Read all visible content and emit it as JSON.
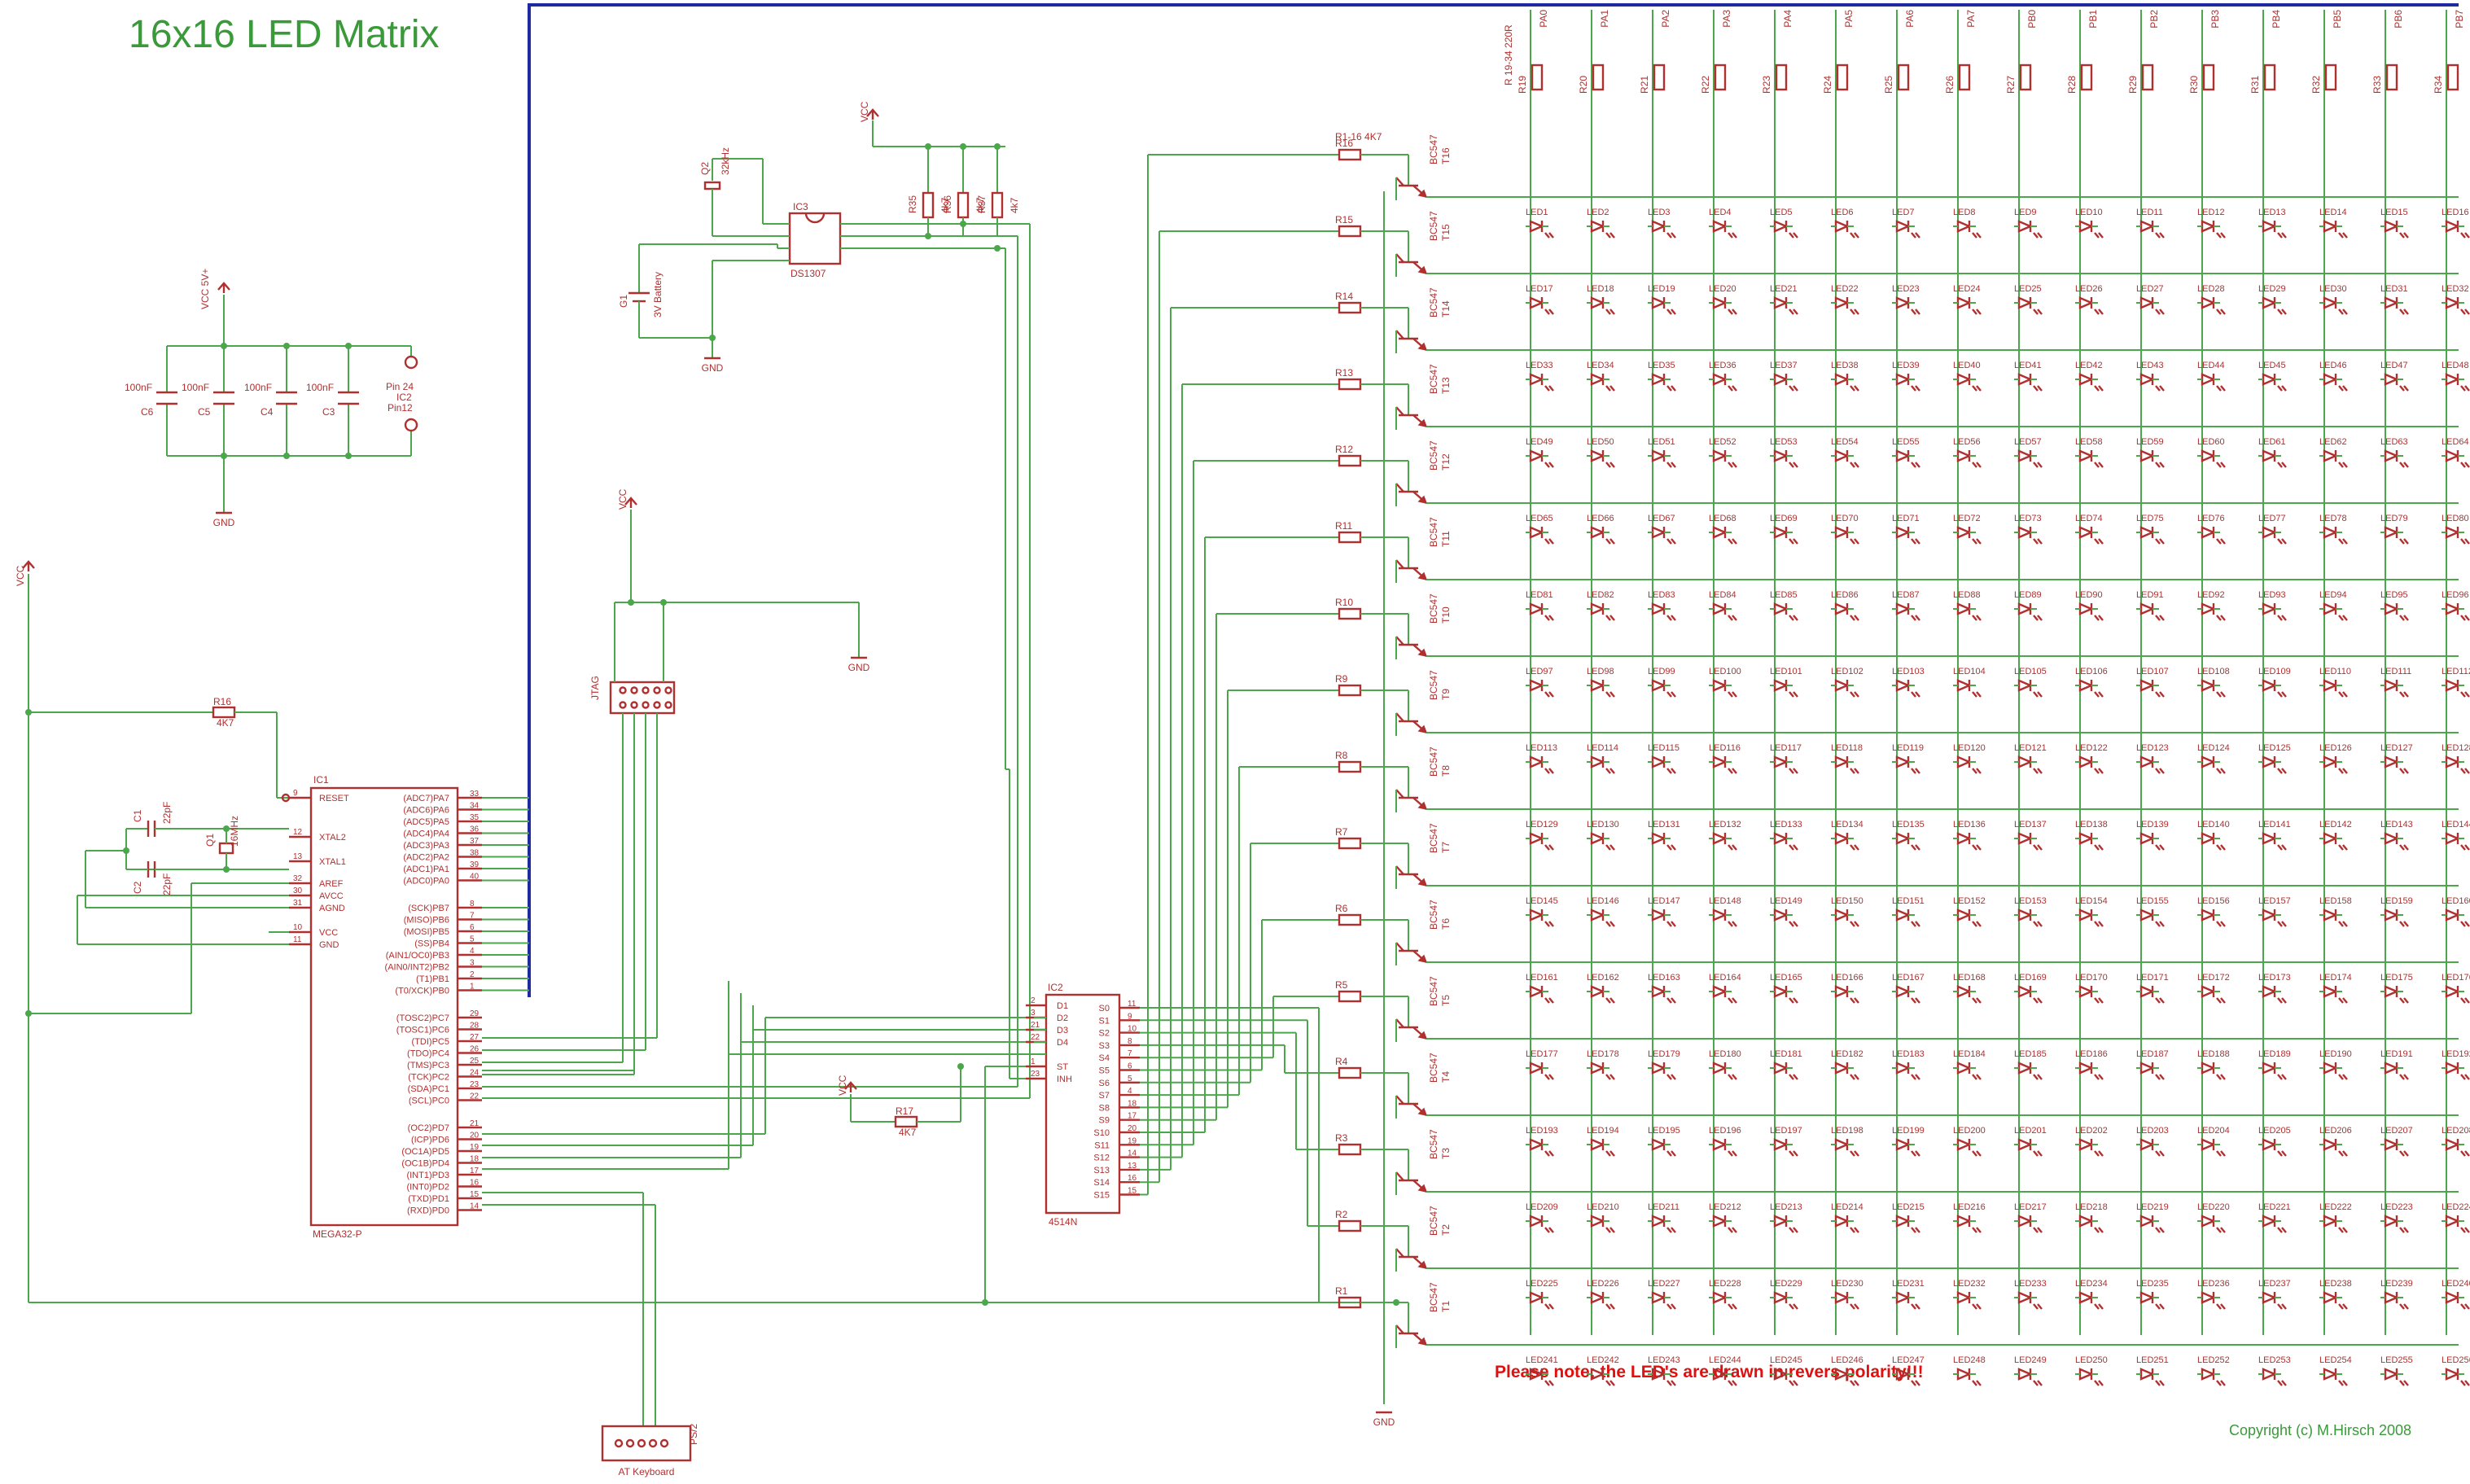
{
  "title": "16x16 LED Matrix",
  "note": "Please note: the LED's are drawn in revers polarity!!!",
  "copyright": "Copyright (c) M.Hirsch 2008",
  "colors": {
    "wire": "#4ca64c",
    "part": "#b03030",
    "title": "#3a9a3a",
    "note": "#e01010",
    "bus": "#1f2aa0"
  },
  "power": {
    "vcc_left": "VCC",
    "vcc_cap": "VCC 5V+",
    "vcc_rtc": "VCC",
    "vcc_jtag": "VCC",
    "vcc_r17": "VCC",
    "gnd_cap": "GND",
    "gnd_rtc": "GND",
    "gnd_jtag": "GND",
    "gnd_matrix": "GND"
  },
  "caps": [
    {
      "name": "C6",
      "value": "100nF"
    },
    {
      "name": "C5",
      "value": "100nF"
    },
    {
      "name": "C4",
      "value": "100nF"
    },
    {
      "name": "C3",
      "value": "100nF"
    }
  ],
  "ic_pins": {
    "pin24": "Pin 24",
    "ic2_label": "IC2",
    "pin12": "Pin12"
  },
  "rtc": {
    "name": "IC3",
    "part": "DS1307",
    "crystal_name": "Q2",
    "crystal_value": "32kHz",
    "battery_name": "G1",
    "battery_value": "3V Battery",
    "pullups": [
      {
        "name": "R35",
        "value": "4k7"
      },
      {
        "name": "R36",
        "value": "4k7"
      },
      {
        "name": "R37",
        "value": "4k7"
      }
    ]
  },
  "jtag": {
    "label": "JTAG"
  },
  "mcu": {
    "name": "IC1",
    "part": "MEGA32-P",
    "r16_name": "R16",
    "r16_value": "4K7",
    "c1_name": "C1",
    "c1_value": "22pF",
    "c2_name": "C2",
    "c2_value": "22pF",
    "q1_name": "Q1",
    "q1_value": "16MHz",
    "left_pins": [
      {
        "num": "9",
        "name": "RESET"
      },
      {
        "num": "12",
        "name": "XTAL2"
      },
      {
        "num": "13",
        "name": "XTAL1"
      },
      {
        "num": "32",
        "name": "AREF"
      },
      {
        "num": "30",
        "name": "AVCC"
      },
      {
        "num": "31",
        "name": "AGND"
      },
      {
        "num": "10",
        "name": "VCC"
      },
      {
        "num": "11",
        "name": "GND"
      }
    ],
    "portA": [
      {
        "name": "(ADC7)PA7",
        "num": "33"
      },
      {
        "name": "(ADC6)PA6",
        "num": "34"
      },
      {
        "name": "(ADC5)PA5",
        "num": "35"
      },
      {
        "name": "(ADC4)PA4",
        "num": "36"
      },
      {
        "name": "(ADC3)PA3",
        "num": "37"
      },
      {
        "name": "(ADC2)PA2",
        "num": "38"
      },
      {
        "name": "(ADC1)PA1",
        "num": "39"
      },
      {
        "name": "(ADC0)PA0",
        "num": "40"
      }
    ],
    "portB": [
      {
        "name": "(SCK)PB7",
        "num": "8"
      },
      {
        "name": "(MISO)PB6",
        "num": "7"
      },
      {
        "name": "(MOSI)PB5",
        "num": "6"
      },
      {
        "name": "(SS)PB4",
        "num": "5"
      },
      {
        "name": "(AIN1/OC0)PB3",
        "num": "4"
      },
      {
        "name": "(AIN0/INT2)PB2",
        "num": "3"
      },
      {
        "name": "(T1)PB1",
        "num": "2"
      },
      {
        "name": "(T0/XCK)PB0",
        "num": "1"
      }
    ],
    "portC": [
      {
        "name": "(TOSC2)PC7",
        "num": "29"
      },
      {
        "name": "(TOSC1)PC6",
        "num": "28"
      },
      {
        "name": "(TDI)PC5",
        "num": "27"
      },
      {
        "name": "(TDO)PC4",
        "num": "26"
      },
      {
        "name": "(TMS)PC3",
        "num": "25"
      },
      {
        "name": "(TCK)PC2",
        "num": "24"
      },
      {
        "name": "(SDA)PC1",
        "num": "23"
      },
      {
        "name": "(SCL)PC0",
        "num": "22"
      }
    ],
    "portD": [
      {
        "name": "(OC2)PD7",
        "num": "21"
      },
      {
        "name": "(ICP)PD6",
        "num": "20"
      },
      {
        "name": "(OC1A)PD5",
        "num": "19"
      },
      {
        "name": "(OC1B)PD4",
        "num": "18"
      },
      {
        "name": "(INT1)PD3",
        "num": "17"
      },
      {
        "name": "(INT0)PD2",
        "num": "16"
      },
      {
        "name": "(TXD)PD1",
        "num": "15"
      },
      {
        "name": "(RXD)PD0",
        "num": "14"
      }
    ]
  },
  "demux": {
    "name": "IC2",
    "part": "4514N",
    "r17_name": "R17",
    "r17_value": "4K7",
    "left_pins": [
      {
        "num": "2",
        "name": "D1"
      },
      {
        "num": "3",
        "name": "D2"
      },
      {
        "num": "21",
        "name": "D3"
      },
      {
        "num": "22",
        "name": "D4"
      },
      {
        "num": "1",
        "name": "ST"
      },
      {
        "num": "23",
        "name": "INH"
      }
    ],
    "right_pins": [
      {
        "name": "S0",
        "num": "11"
      },
      {
        "name": "S1",
        "num": "9"
      },
      {
        "name": "S2",
        "num": "10"
      },
      {
        "name": "S3",
        "num": "8"
      },
      {
        "name": "S4",
        "num": "7"
      },
      {
        "name": "S5",
        "num": "6"
      },
      {
        "name": "S6",
        "num": "5"
      },
      {
        "name": "S7",
        "num": "4"
      },
      {
        "name": "S8",
        "num": "18"
      },
      {
        "name": "S9",
        "num": "17"
      },
      {
        "name": "S10",
        "num": "20"
      },
      {
        "name": "S11",
        "num": "19"
      },
      {
        "name": "S12",
        "num": "14"
      },
      {
        "name": "S13",
        "num": "13"
      },
      {
        "name": "S14",
        "num": "16"
      },
      {
        "name": "S15",
        "num": "15"
      }
    ]
  },
  "row_drivers": {
    "group_label": "R1-16  4K7",
    "transistor_type": "BC547",
    "rows": [
      {
        "r": "R16",
        "t": "T16"
      },
      {
        "r": "R15",
        "t": "T15"
      },
      {
        "r": "R14",
        "t": "T14"
      },
      {
        "r": "R13",
        "t": "T13"
      },
      {
        "r": "R12",
        "t": "T12"
      },
      {
        "r": "R11",
        "t": "T11"
      },
      {
        "r": "R10",
        "t": "T10"
      },
      {
        "r": "R9",
        "t": "T9"
      },
      {
        "r": "R8",
        "t": "T8"
      },
      {
        "r": "R7",
        "t": "T7"
      },
      {
        "r": "R6",
        "t": "T6"
      },
      {
        "r": "R5",
        "t": "T5"
      },
      {
        "r": "R4",
        "t": "T4"
      },
      {
        "r": "R3",
        "t": "T3"
      },
      {
        "r": "R2",
        "t": "T2"
      },
      {
        "r": "R1",
        "t": "T1"
      }
    ]
  },
  "columns": {
    "group_label": "R 19-34  220R",
    "ports": [
      "PA0",
      "PA1",
      "PA2",
      "PA3",
      "PA4",
      "PA5",
      "PA6",
      "PA7",
      "PB0",
      "PB1",
      "PB2",
      "PB3",
      "PB4",
      "PB5",
      "PB6",
      "PB7"
    ],
    "resistors": [
      "R19",
      "R20",
      "R21",
      "R22",
      "R23",
      "R24",
      "R25",
      "R26",
      "R27",
      "R28",
      "R29",
      "R30",
      "R31",
      "R32",
      "R33",
      "R34"
    ]
  },
  "led_prefix": "LED",
  "keyboard": {
    "connector": "PS/2",
    "label": "AT Keyboard"
  }
}
